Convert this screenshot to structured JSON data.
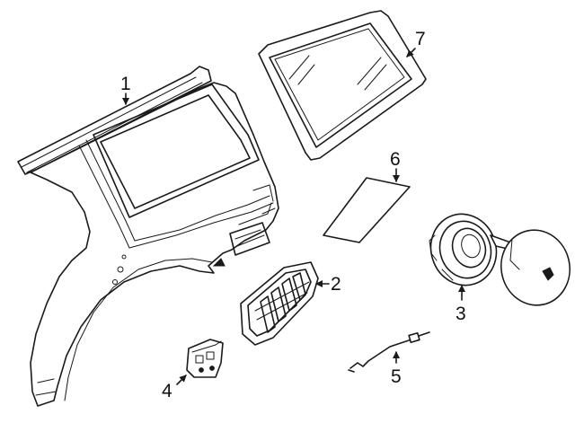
{
  "callouts": [
    {
      "label": "1",
      "part": "quarter-panel"
    },
    {
      "label": "2",
      "part": "vent-grille"
    },
    {
      "label": "3",
      "part": "fuel-door-assembly"
    },
    {
      "label": "4",
      "part": "hinge-bracket"
    },
    {
      "label": "5",
      "part": "release-cable"
    },
    {
      "label": "6",
      "part": "window-film"
    },
    {
      "label": "7",
      "part": "quarter-glass"
    }
  ]
}
